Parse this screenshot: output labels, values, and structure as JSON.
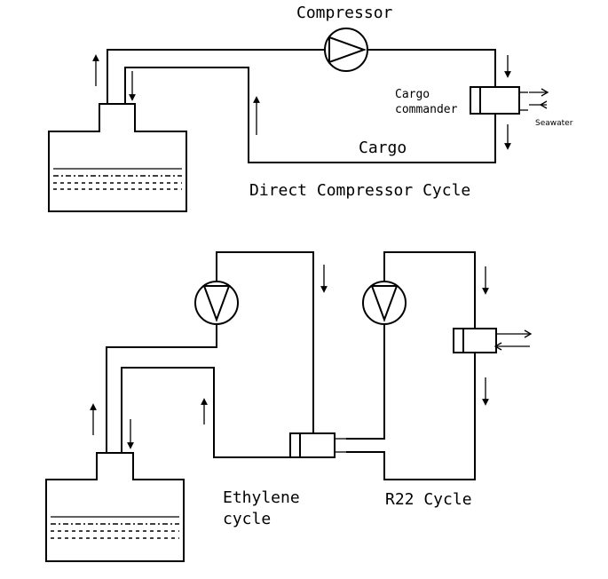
{
  "diagram": {
    "top": {
      "compressor_label": "Compressor",
      "commander_line1": "Cargo",
      "commander_line2": "commander",
      "cargo_label": "Cargo",
      "seawater_label": "Seawater",
      "title": "Direct Compressor Cycle"
    },
    "bottom": {
      "ethylene_line1": "Ethylene",
      "ethylene_line2": "cycle",
      "r22_label": "R22 Cycle"
    }
  }
}
